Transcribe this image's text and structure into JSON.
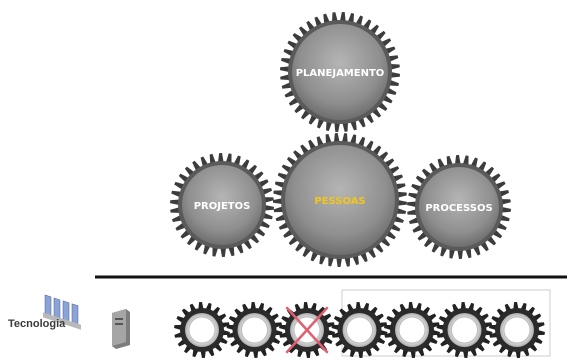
{
  "gears": {
    "planejamento": {
      "label": "PLANEJAMENTO",
      "label_color": "#ffffff"
    },
    "projetos": {
      "label": "PROJETOS",
      "label_color": "#ffffff"
    },
    "pessoas": {
      "label": "PESSOAS",
      "label_color": "#f2c61b"
    },
    "processos": {
      "label": "PROCESSOS",
      "label_color": "#ffffff"
    }
  },
  "technology": {
    "label": "Tecnologia",
    "small_gears_count": 7,
    "broken_gear_index": 2,
    "broken_mark_color": "#e06070"
  },
  "colors": {
    "gear_face": "#9a9a9a",
    "gear_teeth": "#3c3c3c",
    "divider": "#111111",
    "panel_border": "#cccccc"
  }
}
